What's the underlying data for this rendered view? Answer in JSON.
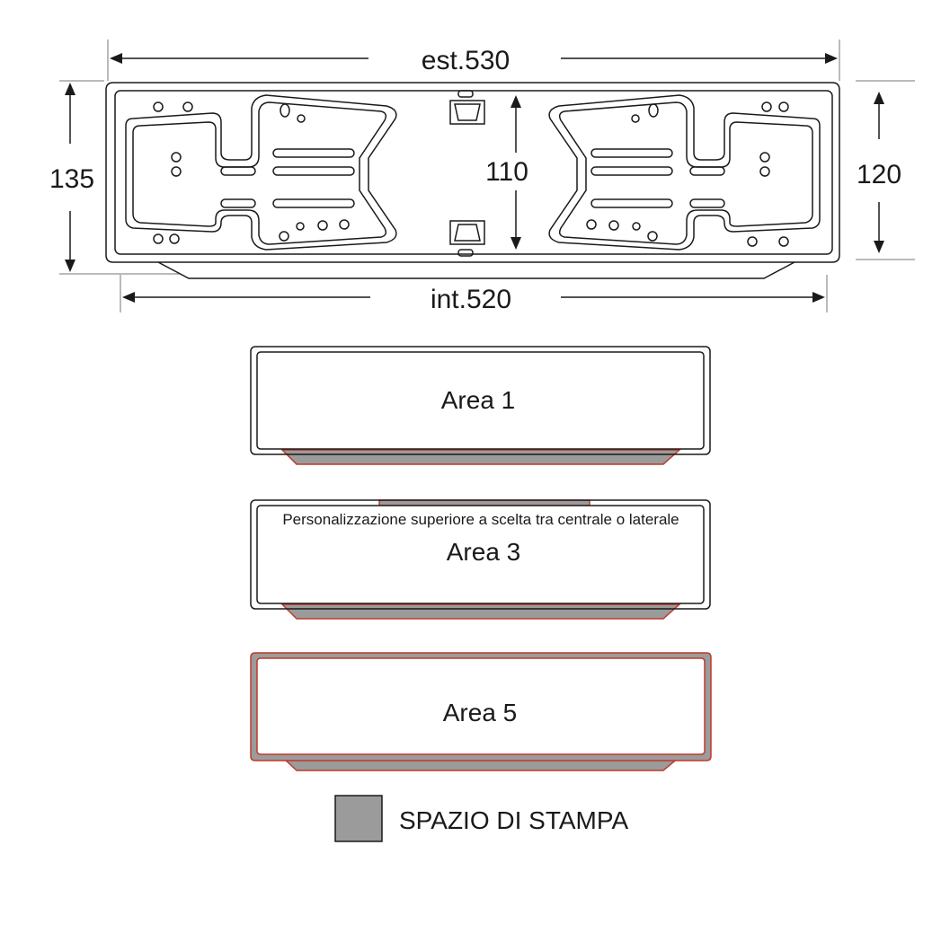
{
  "dimensions": {
    "outer_width": "est.530",
    "inner_width": "int.520",
    "outer_height": "135",
    "middle_height": "110",
    "frame_height": "120"
  },
  "areas": [
    {
      "label": "Area 1",
      "note": ""
    },
    {
      "label": "Area 3",
      "note": "Personalizzazione superiore a scelta tra centrale o laterale"
    },
    {
      "label": "Area 5",
      "note": ""
    }
  ],
  "legend": {
    "label": "SPAZIO DI STAMPA",
    "color": "#9b9b9b"
  },
  "colors": {
    "print_area": "#9b9b9b",
    "print_border": "#c0392b",
    "line": "#1a1a1a"
  }
}
